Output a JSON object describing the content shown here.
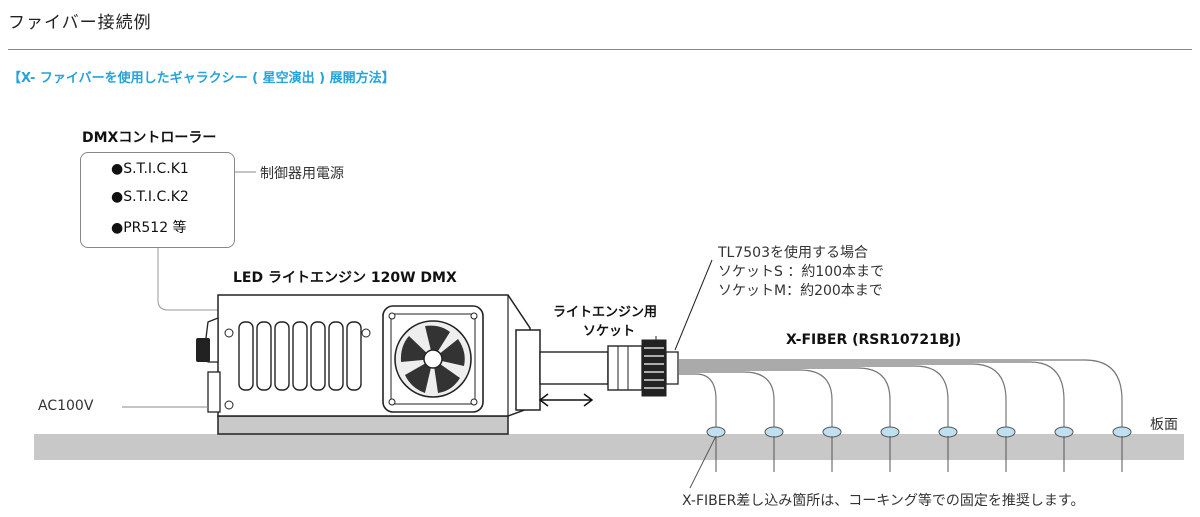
{
  "page": {
    "title": "ファイバー接続例",
    "section_heading": "【X- ファイバーを使用したギャラクシー ( 星空演出 ) 展開方法】"
  },
  "controller": {
    "title": "DMXコントローラー",
    "items": [
      "●S.T.I.C.K1",
      "●S.T.I.C.K2",
      "●PR512 等"
    ],
    "power_label": "制御器用電源"
  },
  "engine": {
    "title": "LED ライトエンジン 120W DMX",
    "power_label": "AC100V"
  },
  "socket": {
    "label_line1": "ライトエンジン用",
    "label_line2": "ソケット"
  },
  "note": {
    "line1": "TL7503を使用する場合",
    "line2": "ソケットS ：約100本まで",
    "line3": "ソケットM：約200本まで"
  },
  "fiber": {
    "label": "X-FIBER (RSR10721BJ)",
    "endpoint_count": 8
  },
  "board": {
    "label": "板面"
  },
  "footer_note": "X-FIBER差し込み箇所は、コーキング等での固定を推奨します。",
  "colors": {
    "heading": "#27a3da",
    "board": "#c8c8c8",
    "fiber_tip": "#bfe0f0",
    "fan_dark": "#222222"
  },
  "icons": {
    "move_arrow": "double-arrow-icon",
    "fan": "fan-icon"
  }
}
